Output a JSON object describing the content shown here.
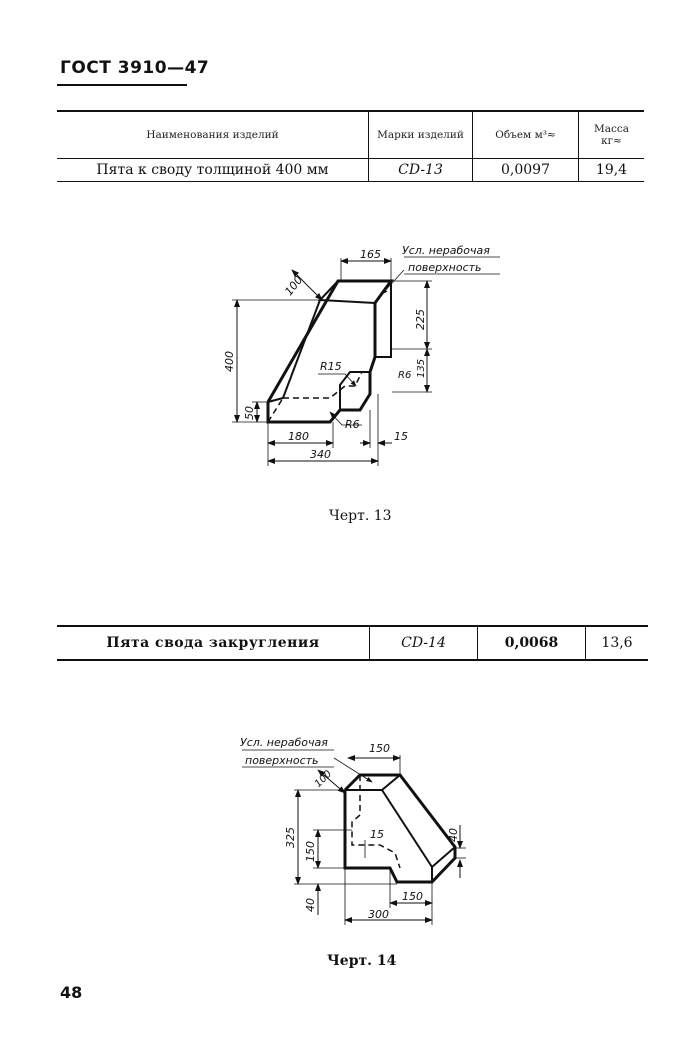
{
  "header": {
    "title": "ГОСТ 3910—47"
  },
  "table1": {
    "headers": {
      "name": "Наименования изделий",
      "mark": "Марки изделий",
      "volume": "Объем м³≈",
      "mass": "Масса кг≈"
    },
    "row": {
      "name": "Пята к своду толщиной 400 мм",
      "mark": "CD-13",
      "volume": "0,0097",
      "mass": "19,4"
    }
  },
  "figure13": {
    "caption": "Черт. 13",
    "labels": {
      "note_line1": "Усл. нерабочая",
      "note_line2": "поверхность",
      "d165": "165",
      "d100": "100",
      "d225": "225",
      "d400": "400",
      "d135": "135",
      "r15": "R15",
      "r6a": "R6",
      "r6b": "R6",
      "d50": "50",
      "d180": "180",
      "d15": "15",
      "d340": "340"
    }
  },
  "table2": {
    "row": {
      "name": "Пята свода закругления",
      "mark": "CD-14",
      "volume": "0,0068",
      "mass": "13,6"
    }
  },
  "figure14": {
    "caption": "Черт. 14",
    "labels": {
      "note_line1": "Усл. нерабочая",
      "note_line2": "поверхность",
      "d150top": "150",
      "d100": "100",
      "d325": "325",
      "d150left": "150",
      "d15": "15",
      "d40right": "40",
      "d40bottom": "40",
      "d150bottom": "150",
      "d300": "300"
    }
  },
  "footer": {
    "page_number": "48"
  }
}
